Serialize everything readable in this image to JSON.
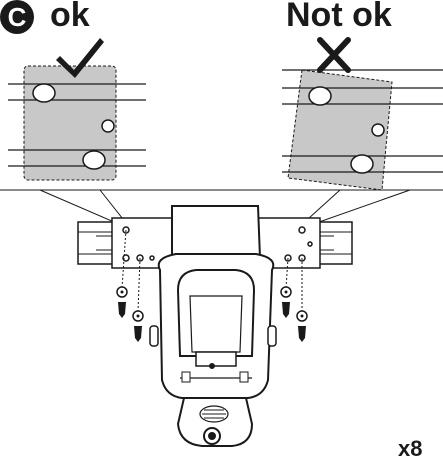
{
  "step": {
    "letter": "C"
  },
  "labels": {
    "ok": "ok",
    "not_ok": "Not ok",
    "quantity": "x8"
  },
  "icons": {
    "ok_mark": "checkmark-icon",
    "not_ok_mark": "cross-icon",
    "screw": "screw-icon"
  },
  "colors": {
    "ink": "#1a1a1a",
    "plate_fill": "#c8c8c8",
    "body_fill": "#ffffff"
  }
}
